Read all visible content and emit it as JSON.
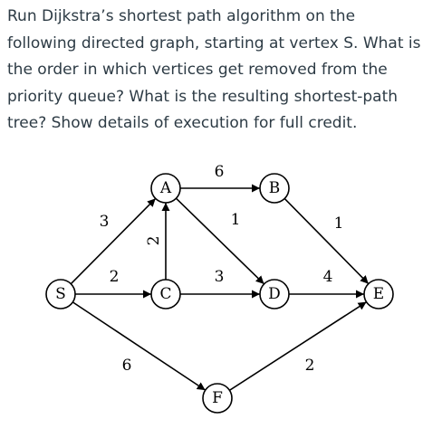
{
  "question": {
    "lines": [
      "Run Dijkstra’s shortest path algorithm on the",
      "following directed graph, starting at vertex S. What is",
      "the order in which vertices get removed from the",
      "priority queue? What is the resulting shortest-path",
      "tree? Show details of execution for full credit."
    ]
  },
  "graph": {
    "nodes": [
      "S",
      "A",
      "B",
      "C",
      "D",
      "E",
      "F"
    ],
    "edges": [
      {
        "from": "S",
        "to": "A",
        "weight": "3"
      },
      {
        "from": "S",
        "to": "C",
        "weight": "2"
      },
      {
        "from": "S",
        "to": "F",
        "weight": "6"
      },
      {
        "from": "C",
        "to": "A",
        "weight": "2"
      },
      {
        "from": "A",
        "to": "B",
        "weight": "6"
      },
      {
        "from": "A",
        "to": "D",
        "weight": "1"
      },
      {
        "from": "C",
        "to": "D",
        "weight": "3"
      },
      {
        "from": "B",
        "to": "E",
        "weight": "1"
      },
      {
        "from": "D",
        "to": "E",
        "weight": "4"
      },
      {
        "from": "F",
        "to": "E",
        "weight": "2"
      }
    ]
  }
}
